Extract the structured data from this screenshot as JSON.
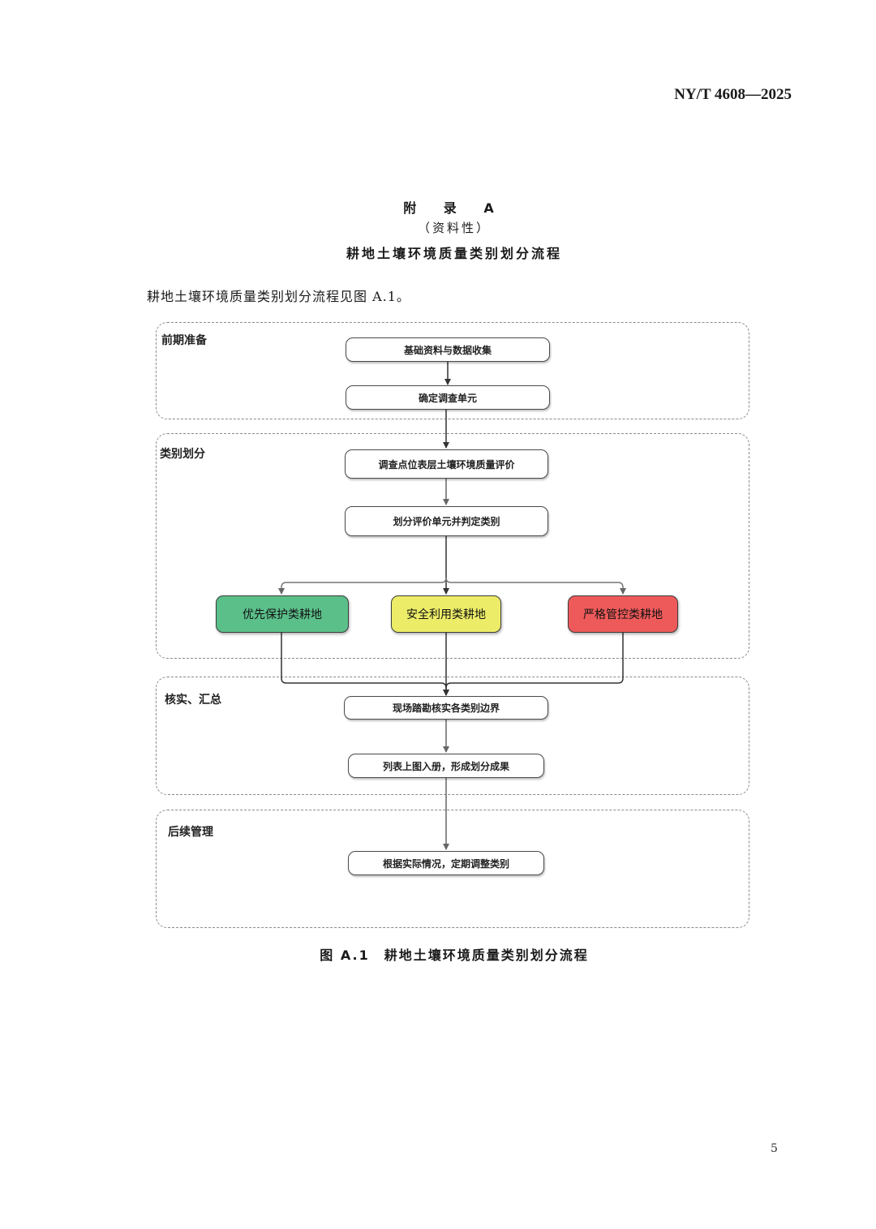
{
  "header": {
    "standard_code": "NY/T 4608—2025"
  },
  "appendix": {
    "title": "附 录 A",
    "note": "（资料性）",
    "name": "耕地土壤环境质量类别划分流程"
  },
  "intro_text": "耕地土壤环境质量类别划分流程见图 A.1。",
  "flowchart": {
    "stages": {
      "prep": "前期准备",
      "classify": "类别划分",
      "verify": "核实、汇总",
      "followup": "后续管理"
    },
    "steps": {
      "s1": "基础资料与数据收集",
      "s2": "确定调查单元",
      "s3": "调查点位表层土壤环境质量评价",
      "s4": "划分评价单元并判定类别",
      "s5": "现场踏勘核实各类别边界",
      "s6": "列表上图入册，形成划分成果",
      "s7": "根据实际情况，定期调整类别"
    },
    "categories": [
      {
        "label": "优先保护类耕地",
        "color": "#5bbf8a"
      },
      {
        "label": "安全利用类耕地",
        "color": "#ecec68"
      },
      {
        "label": "严格管控类耕地",
        "color": "#ee5a5a"
      }
    ]
  },
  "caption": "图 A.1　耕地土壤环境质量类别划分流程",
  "page_number": "5"
}
